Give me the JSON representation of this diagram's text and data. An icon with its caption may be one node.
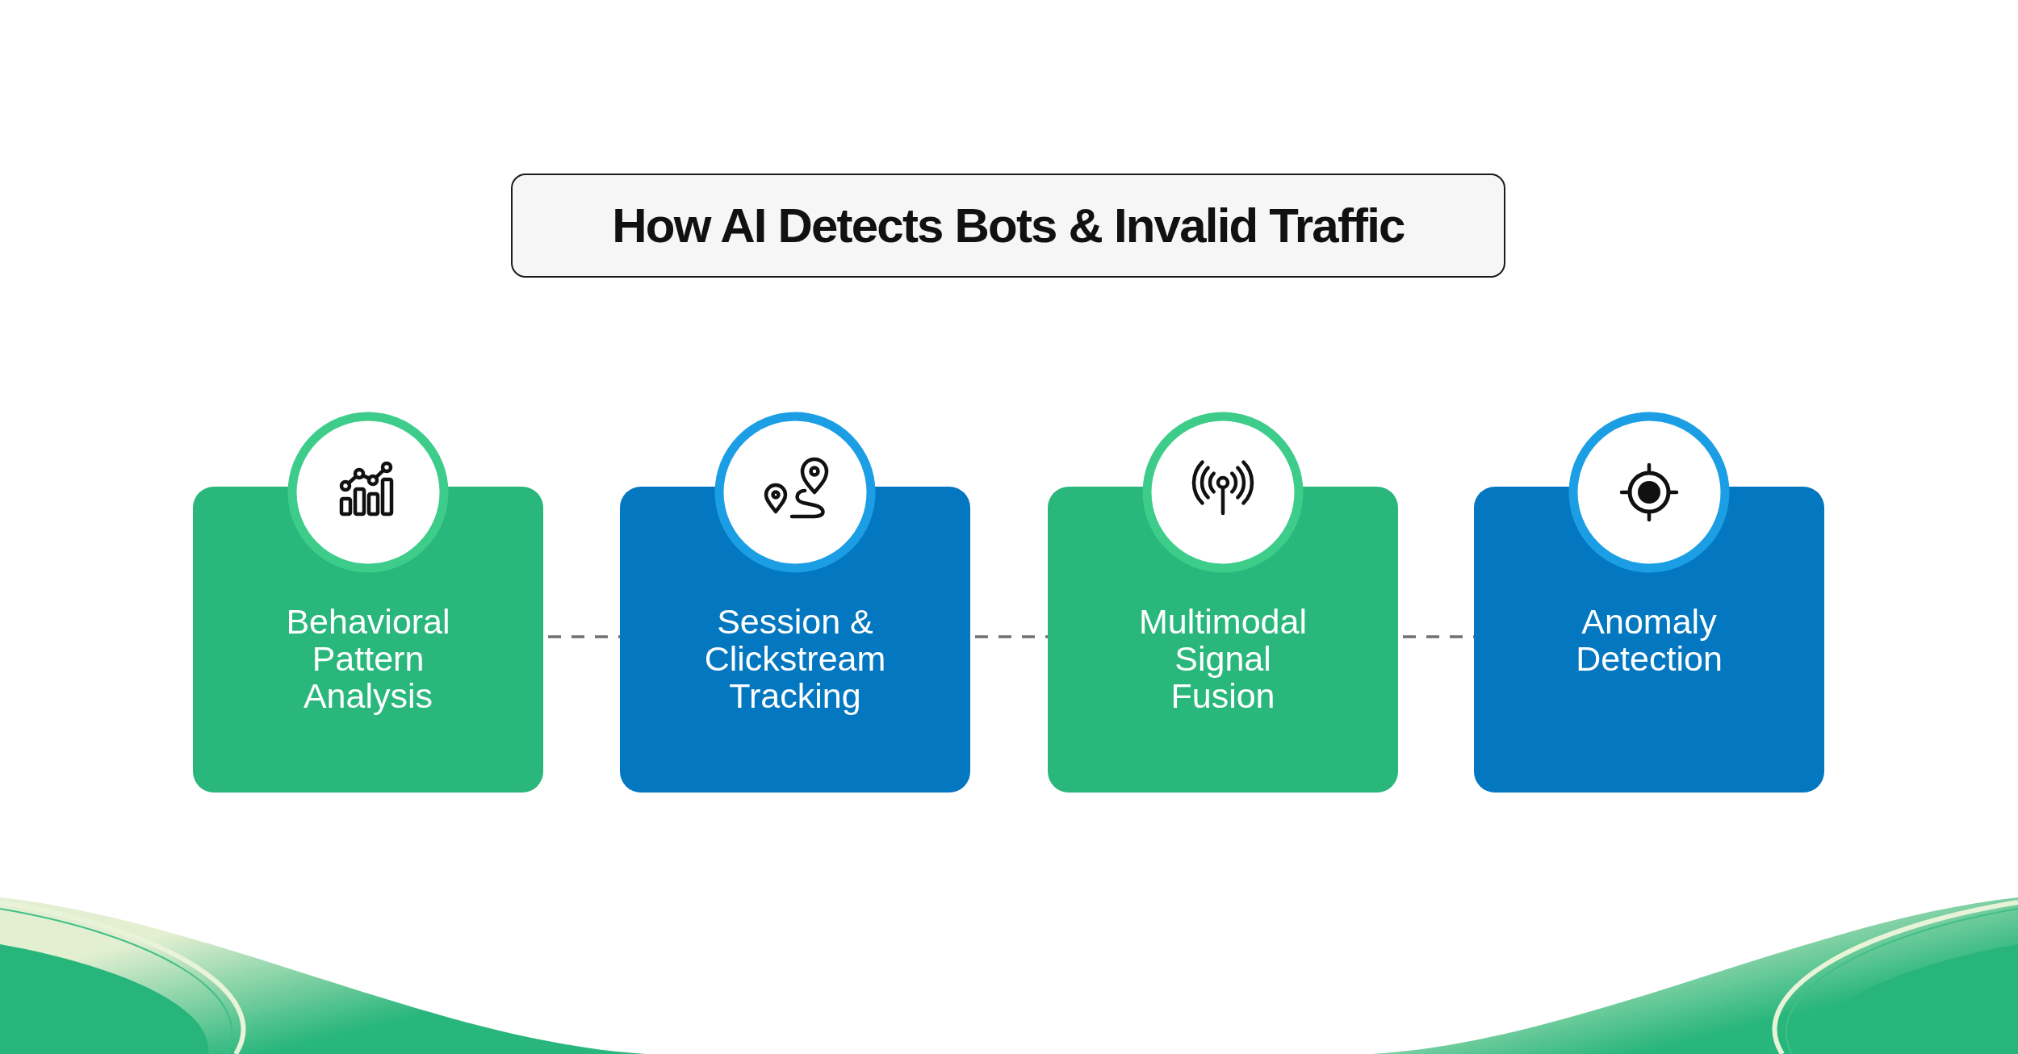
{
  "diagram": {
    "title": "How AI Detects Bots & Invalid Traffic",
    "nodes": [
      {
        "text": [
          "Behavioral Pattern Analysis"
        ]
      },
      {
        "text": [
          "Session & Clickstream Tracking"
        ]
      },
      {
        "text": [
          "Multimodal Signal Fusion"
        ]
      },
      {
        "text": [
          "Anomaly Detection"
        ]
      }
    ],
    "edges": [
      {
        "from": 0,
        "to": 1,
        "arrow": "none",
        "style": "dashed"
      },
      {
        "from": 1,
        "to": 2,
        "arrow": "none",
        "style": "dashed"
      },
      {
        "from": 2,
        "to": 3,
        "arrow": "none",
        "style": "dashed"
      }
    ]
  }
}
